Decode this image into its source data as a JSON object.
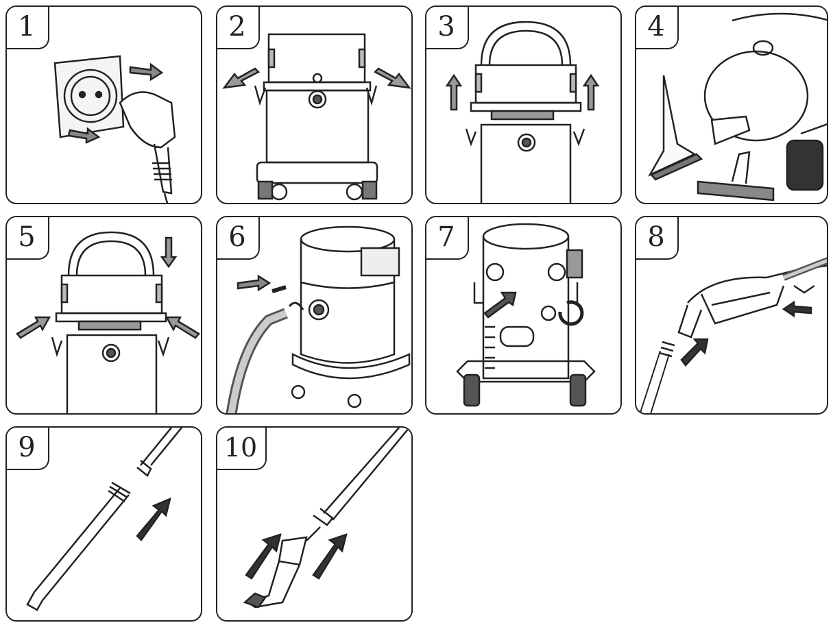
{
  "steps": [
    {
      "number": "1",
      "illustration": "unplug-power-icon"
    },
    {
      "number": "2",
      "illustration": "release-clips-icon"
    },
    {
      "number": "3",
      "illustration": "lift-motor-head-icon"
    },
    {
      "number": "4",
      "illustration": "accessories-filter-icon"
    },
    {
      "number": "5",
      "illustration": "reattach-motor-head-icon"
    },
    {
      "number": "6",
      "illustration": "connect-hose-icon"
    },
    {
      "number": "7",
      "illustration": "twist-lock-hose-icon"
    },
    {
      "number": "8",
      "illustration": "attach-tube-to-handle-icon"
    },
    {
      "number": "9",
      "illustration": "join-extension-tubes-icon"
    },
    {
      "number": "10",
      "illustration": "attach-nozzle-icon"
    }
  ]
}
